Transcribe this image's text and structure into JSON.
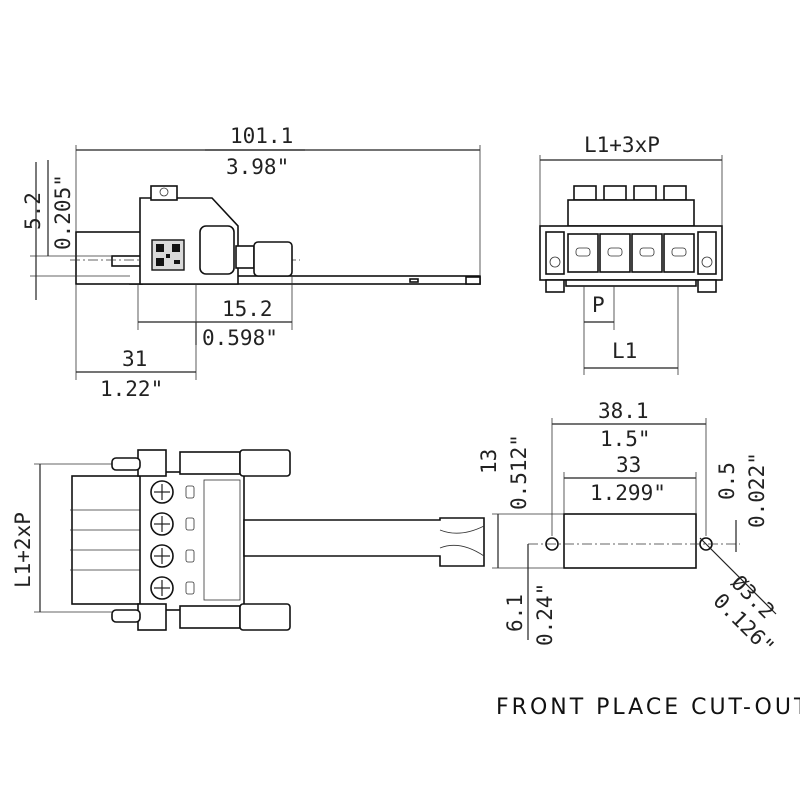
{
  "title": "FRONT PLACE CUT-OUT",
  "side_view": {
    "overall_length_mm": "101.1",
    "overall_length_in": "3.98\"",
    "height_mm": "5.2",
    "height_in": "0.205\"",
    "offset_mm": "15.2",
    "offset_in": "0.598\"",
    "front_mm": "31",
    "front_in": "1.22\""
  },
  "front_view": {
    "width_label": "L1+3xP",
    "pitch_label": "P",
    "l1_label": "L1"
  },
  "top_view": {
    "height_label": "L1+2xP"
  },
  "cutout": {
    "outer_mm": "38.1",
    "outer_in": "1.5\"",
    "inner_mm": "33",
    "inner_in": "1.299\"",
    "height_mm": "13",
    "height_in": "0.512\"",
    "hole_offset_mm": "0.5",
    "hole_offset_in": "0.022\"",
    "lower_mm": "6.1",
    "lower_in": "0.24\"",
    "hole_dia_mm": "Ø3.2",
    "hole_dia_in": "0.126\""
  }
}
